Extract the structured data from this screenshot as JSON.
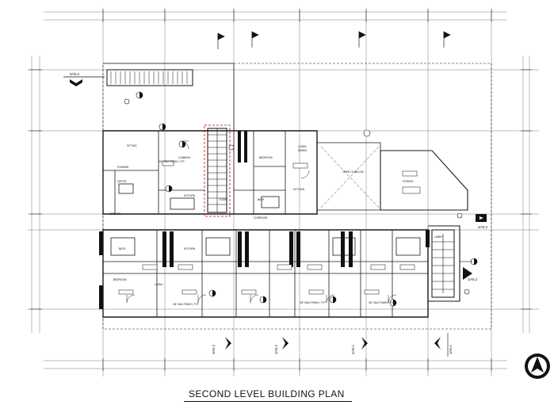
{
  "title": "SECOND LEVEL BUILDING PLAN",
  "callouts": {
    "c_3a62_top": "3/A6.2",
    "c_2a52": "2/A5.2",
    "c_1a52": "1/A5.2",
    "c_3a62_bot": "3/A6.2",
    "c_4a52": "4/A5.2",
    "c_2a51": "2/A5.1",
    "c_1a51": "1/A5.1"
  },
  "rooms": {
    "sitting": "SITTING",
    "common": "COMMON",
    "kitchen_a": "KITCHEN",
    "powder": "POWDER",
    "office": "OFFICE",
    "stair": "STAIR",
    "bedroom_a": "BEDROOM",
    "bath_a": "BATH",
    "living": "LIVING",
    "dining": "DINING",
    "kitchen_b": "KITCHEN",
    "open_to_below": "OPEN TO BELOW",
    "fitness": "FITNESS",
    "corridor": "CORRIDOR",
    "unit_bath": "BATH",
    "unit_kitchen": "KITCHEN",
    "unit_living": "LIVING",
    "unit_bedroom": "BEDROOM",
    "open_to": "OPEN TO",
    "lobby": "LOBBY"
  },
  "finish": "3/4\" MAX FINISH, TYP",
  "north_label": "N",
  "colors": {
    "line": "#1a1a1a",
    "grid": "#555555",
    "fill": "#111111"
  }
}
